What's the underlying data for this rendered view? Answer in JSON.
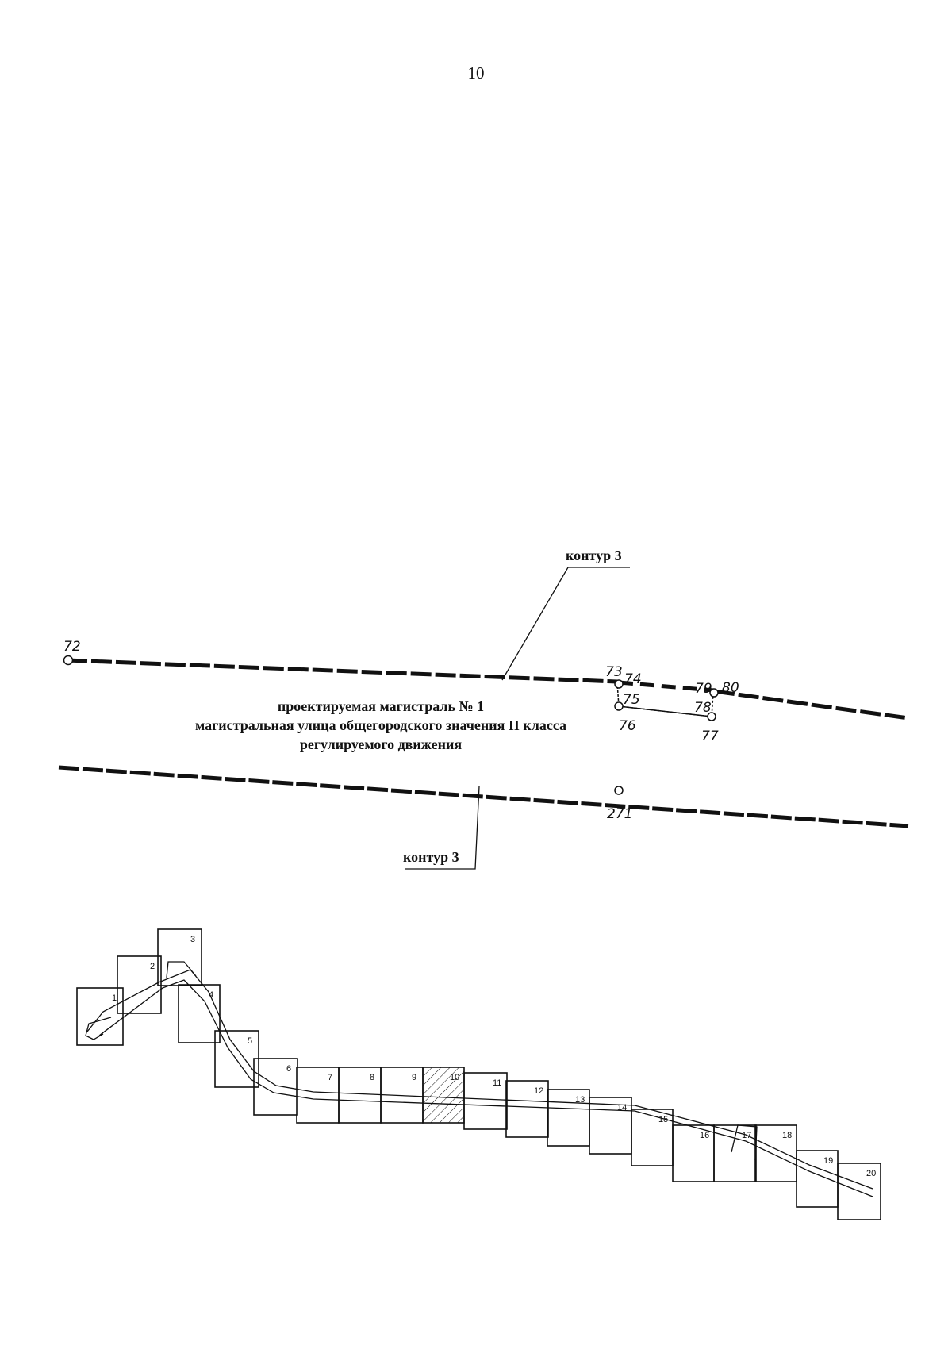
{
  "page_number": "10",
  "street": {
    "line1": "проектируемая магистраль № 1",
    "line2": "магистральная улица общегородского значения II класса",
    "line3": "регулируемого движения"
  },
  "contour_labels": {
    "top": "контур 3",
    "bottom": "контур 3"
  },
  "points": [
    "72",
    "73",
    "74",
    "75",
    "76",
    "77",
    "78",
    "79",
    "80",
    "271"
  ],
  "sheets": [
    "1",
    "2",
    "3",
    "4",
    "5",
    "6",
    "7",
    "8",
    "9",
    "10",
    "11",
    "12",
    "13",
    "14",
    "15",
    "16",
    "17",
    "18",
    "19",
    "20"
  ],
  "highlighted_sheet": "10",
  "colors": {
    "ink": "#111111",
    "paper": "#ffffff"
  }
}
